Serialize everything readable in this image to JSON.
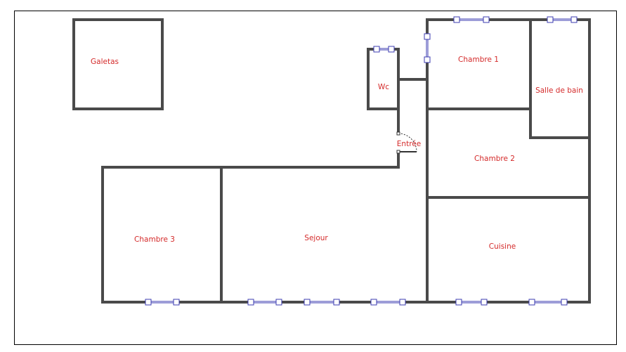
{
  "rooms": {
    "galetas": "Galetas",
    "wc": "Wc",
    "chambre1": "Chambre 1",
    "salle_de_bain": "Salle de bain",
    "entree": "Entrée",
    "chambre2": "Chambre 2",
    "chambre3": "Chambre 3",
    "sejour": "Sejour",
    "cuisine": "Cuisine"
  },
  "colors": {
    "wall": "#4a4a4a",
    "window": "#3b3bb0",
    "label": "#d42a2a"
  }
}
